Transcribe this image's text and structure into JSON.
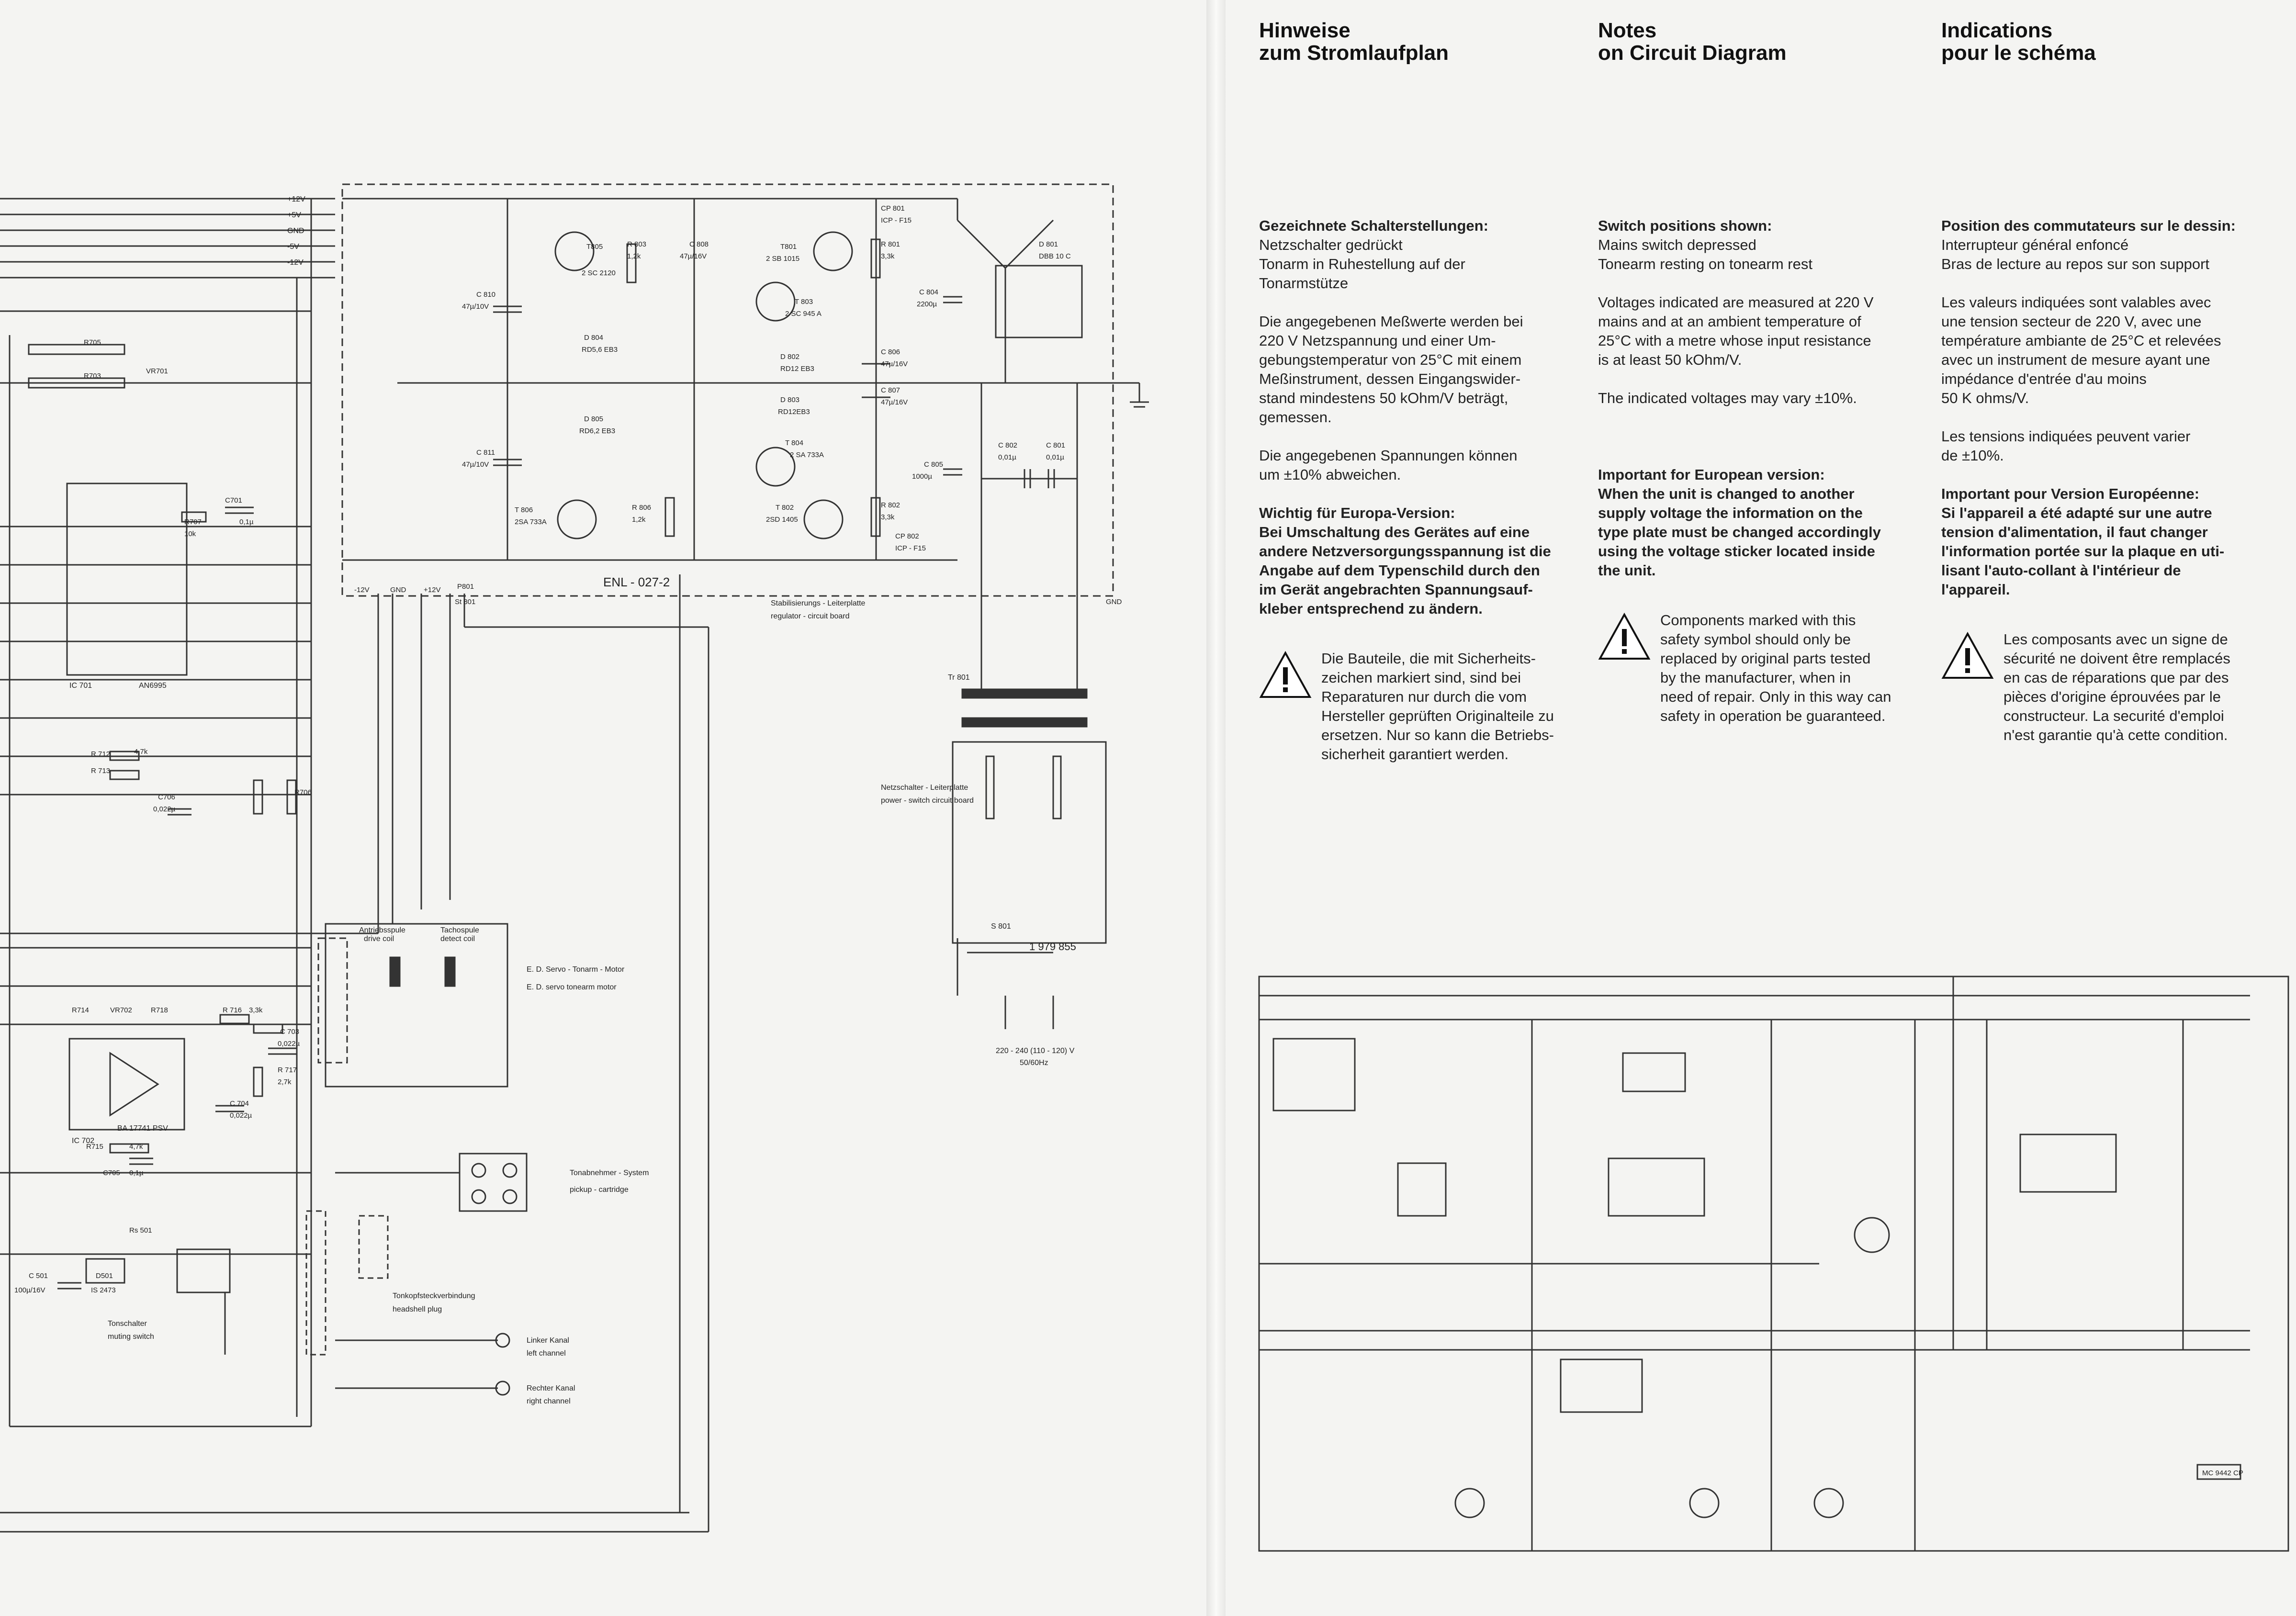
{
  "notes": {
    "de": {
      "title_1": "Hinweise",
      "title_2": "zum Stromlaufplan",
      "switch_head": "Gezeichnete Schalterstellungen:",
      "switch_1": "Netzschalter gedrückt",
      "switch_2": "Tonarm in Ruhestellung auf der",
      "switch_3": "Tonarmstütze",
      "volt_1": "Die angegebenen Meßwerte werden bei",
      "volt_2": "220 V Netzspannung und einer Um-",
      "volt_3": "gebungstemperatur von 25°C mit einem",
      "volt_4": "Meßinstrument, dessen Eingangswider-",
      "volt_5": "stand mindestens 50 kOhm/V beträgt,",
      "volt_6": "gemessen.",
      "tol_1": "Die angegebenen Spannungen können",
      "tol_2": "um ±10% abweichen.",
      "eu_head": "Wichtig für Europa-Version:",
      "eu_1": "Bei Umschaltung des Gerätes auf eine",
      "eu_2": "andere Netzversorgungsspannung ist die",
      "eu_3": "Angabe auf dem Typenschild durch den",
      "eu_4": "im Gerät angebrachten Spannungsauf-",
      "eu_5": "kleber entsprechend zu ändern.",
      "safe_1": "Die Bauteile, die mit Sicherheits-",
      "safe_2": "zeichen markiert sind, sind bei",
      "safe_3": "Reparaturen nur durch die vom",
      "safe_4": "Hersteller geprüften Originalteile zu",
      "safe_5": "ersetzen. Nur so kann die Betriebs-",
      "safe_6": "sicherheit garantiert werden."
    },
    "en": {
      "title_1": "Notes",
      "title_2": "on Circuit Diagram",
      "switch_head": "Switch positions shown:",
      "switch_1": "Mains switch depressed",
      "switch_2": "Tonearm resting on tonearm rest",
      "volt_1": "Voltages indicated are measured at 220 V",
      "volt_2": "mains and at an ambient temperature of",
      "volt_3": "25°C with a metre whose input resistance",
      "volt_4": "is at least 50 kOhm/V.",
      "tol_1": "The indicated voltages may vary ±10%.",
      "eu_head": "Important for European version:",
      "eu_1": "When the unit is changed to another",
      "eu_2": "supply voltage the information on the",
      "eu_3": "type plate must be changed accordingly",
      "eu_4": "using the voltage sticker located inside",
      "eu_5": "the unit.",
      "safe_1": "Components marked with this",
      "safe_2": "safety symbol should only be",
      "safe_3": "replaced by original parts tested",
      "safe_4": "by the manufacturer, when in",
      "safe_5": "need of repair. Only in this way can",
      "safe_6": "safety in operation be guaranteed."
    },
    "fr": {
      "title_1": "Indications",
      "title_2": "pour le schéma",
      "switch_head": "Position des commutateurs sur le dessin:",
      "switch_1": "Interrupteur général enfoncé",
      "switch_2": "Bras de lecture au repos sur son support",
      "volt_1": "Les valeurs indiquées sont valables avec",
      "volt_2": "une tension secteur de 220 V, avec une",
      "volt_3": "température ambiante de 25°C et relevées",
      "volt_4": "avec un instrument de mesure ayant une",
      "volt_5": "impédance d'entrée d'au moins",
      "volt_6": "50 K ohms/V.",
      "tol_1": "Les tensions indiquées peuvent varier",
      "tol_2": "de ±10%.",
      "eu_head": "Important pour Version Européenne:",
      "eu_1": "Si l'appareil a été adapté sur une autre",
      "eu_2": "tension d'alimentation, il faut changer",
      "eu_3": "l'information portée sur la plaque en uti-",
      "eu_4": "lisant l'auto-collant à l'intérieur de",
      "eu_5": "l'appareil.",
      "safe_1": "Les composants avec un signe de",
      "safe_2": "sécurité ne doivent être remplacés",
      "safe_3": "en cas de réparations que par des",
      "safe_4": "pièces d'origine éprouvées par le",
      "safe_5": "constructeur. La securité d'emploi",
      "safe_6": "n'est garantie qu'à cette condition."
    }
  },
  "schematic": {
    "rails": [
      "+12V",
      "+5V",
      "GND",
      "-5V",
      "-12V"
    ],
    "board": "ENL - 027-2",
    "reg_board_de": "Stabilisierungs - Leiterplatte",
    "reg_board_en": "regulator - circuit board",
    "power_board_de": "Netzschalter - Leiterplatte",
    "power_board_en": "power - switch circuit board",
    "mains_1": "220 - 240 (110 - 120) V",
    "mains_2": "50/60Hz",
    "transformer": "Tr 801",
    "switch_s801": "S 801",
    "part_no": "1 979 855",
    "drive_coil_de": "Antriebsspule",
    "drive_coil_en": "drive coil",
    "detect_coil_de": "Tachospule",
    "detect_coil_en": "detect coil",
    "servo_de": "E. D. Servo - Tonarm - Motor",
    "servo_en": "E. D. servo tonearm motor",
    "pickup_de": "Tonabnehmer - System",
    "pickup_en": "pickup - cartridge",
    "headshell_de": "Tonkopfsteckverbindung",
    "headshell_en": "headshell plug",
    "left_de": "Linker Kanal",
    "left_en": "left channel",
    "right_de": "Rechter Kanal",
    "right_en": "right channel",
    "muting_de": "Tonschalter",
    "muting_en": "muting switch",
    "ic701": "IC 701",
    "ic701_type": "AN6995",
    "ic702": "IC 702",
    "ic702_type": "BA 17741 PSV",
    "labels": [
      {
        "id": "t805",
        "text": "T805"
      },
      {
        "id": "t805b",
        "text": "2 SC 2120"
      },
      {
        "id": "t801",
        "text": "T801"
      },
      {
        "id": "t801b",
        "text": "2 SB 1015"
      },
      {
        "id": "t803",
        "text": "T 803"
      },
      {
        "id": "t803b",
        "text": "2 SC 945 A"
      },
      {
        "id": "t804",
        "text": "T 804"
      },
      {
        "id": "t804b",
        "text": "2 SA 733A"
      },
      {
        "id": "t802",
        "text": "T 802"
      },
      {
        "id": "t802b",
        "text": "2SD 1405"
      },
      {
        "id": "t806",
        "text": "T 806"
      },
      {
        "id": "t806b",
        "text": "2SA 733A"
      },
      {
        "id": "d801",
        "text": "D 801"
      },
      {
        "id": "d801b",
        "text": "DBB 10 C"
      },
      {
        "id": "cp801",
        "text": "CP 801"
      },
      {
        "id": "cp801b",
        "text": "ICP - F15"
      },
      {
        "id": "cp802",
        "text": "CP 802"
      },
      {
        "id": "cp802b",
        "text": "ICP - F15"
      },
      {
        "id": "c810",
        "text": "C 810"
      },
      {
        "id": "c810b",
        "text": "47µ/10V"
      },
      {
        "id": "c811",
        "text": "C 811"
      },
      {
        "id": "c811b",
        "text": "47µ/10V"
      },
      {
        "id": "c804",
        "text": "C 804"
      },
      {
        "id": "c804b",
        "text": "2200µ"
      },
      {
        "id": "c805",
        "text": "C 805"
      },
      {
        "id": "c805b",
        "text": "1000µ"
      },
      {
        "id": "c806",
        "text": "C 806"
      },
      {
        "id": "c806b",
        "text": "47µ/16V"
      },
      {
        "id": "c807",
        "text": "C 807"
      },
      {
        "id": "c807b",
        "text": "47µ/16V"
      },
      {
        "id": "c808",
        "text": "C 808"
      },
      {
        "id": "c808b",
        "text": "47µ/16V"
      },
      {
        "id": "c802",
        "text": "C 802"
      },
      {
        "id": "c802b",
        "text": "0,01µ"
      },
      {
        "id": "c801",
        "text": "C 801"
      },
      {
        "id": "c801b",
        "text": "0,01µ"
      },
      {
        "id": "r801",
        "text": "R 801"
      },
      {
        "id": "r801b",
        "text": "3,3k"
      },
      {
        "id": "r802",
        "text": "R 802"
      },
      {
        "id": "r802b",
        "text": "3,3k"
      },
      {
        "id": "r803",
        "text": "R 803"
      },
      {
        "id": "r803b",
        "text": "1,2k"
      },
      {
        "id": "r806",
        "text": "R 806"
      },
      {
        "id": "r806b",
        "text": "1,2k"
      },
      {
        "id": "d804",
        "text": "D 804"
      },
      {
        "id": "d804b",
        "text": "RD5,6 EB3"
      },
      {
        "id": "d805",
        "text": "D 805"
      },
      {
        "id": "d805b",
        "text": "RD6,2 EB3"
      },
      {
        "id": "d802",
        "text": "D 802"
      },
      {
        "id": "d802b",
        "text": "RD12 EB3"
      },
      {
        "id": "d803",
        "text": "D 803"
      },
      {
        "id": "d803b",
        "text": "RD12EB3"
      },
      {
        "id": "r705",
        "text": "R705"
      },
      {
        "id": "r703",
        "text": "R703"
      },
      {
        "id": "vr701",
        "text": "VR701"
      },
      {
        "id": "r707",
        "text": "R707"
      },
      {
        "id": "r707b",
        "text": "10k"
      },
      {
        "id": "c701",
        "text": "C701"
      },
      {
        "id": "c701b",
        "text": "0,1µ"
      },
      {
        "id": "r712",
        "text": "R 712"
      },
      {
        "id": "r712b",
        "text": "4,7k"
      },
      {
        "id": "r713",
        "text": "R 713"
      },
      {
        "id": "c706",
        "text": "C706"
      },
      {
        "id": "c706b",
        "text": "0,022µ"
      },
      {
        "id": "r706",
        "text": "R706"
      },
      {
        "id": "r714",
        "text": "R714"
      },
      {
        "id": "vr702",
        "text": "VR702"
      },
      {
        "id": "r718",
        "text": "R718"
      },
      {
        "id": "r716",
        "text": "R 716"
      },
      {
        "id": "r716b",
        "text": "3,3k"
      },
      {
        "id": "c703",
        "text": "C 703"
      },
      {
        "id": "c703b",
        "text": "0,022µ"
      },
      {
        "id": "r717",
        "text": "R 717"
      },
      {
        "id": "r717b",
        "text": "2,7k"
      },
      {
        "id": "c704",
        "text": "C 704"
      },
      {
        "id": "c704b",
        "text": "0,022µ"
      },
      {
        "id": "r715",
        "text": "R715"
      },
      {
        "id": "r715b",
        "text": "4,7k"
      },
      {
        "id": "c705",
        "text": "C705"
      },
      {
        "id": "c705b",
        "text": "0,1µ"
      },
      {
        "id": "c501",
        "text": "C 501"
      },
      {
        "id": "c501b",
        "text": "100µ/16V"
      },
      {
        "id": "d501",
        "text": "D501"
      },
      {
        "id": "d501b",
        "text": "IS 2473"
      },
      {
        "id": "rs501",
        "text": "Rs 501"
      },
      {
        "id": "p801",
        "text": "P801"
      },
      {
        "id": "st801",
        "text": "St 801"
      },
      {
        "id": "m12v",
        "text": "-12V"
      },
      {
        "id": "gnd",
        "text": "GND"
      },
      {
        "id": "p12v",
        "text": "+12V"
      },
      {
        "id": "gnd2",
        "text": "GND"
      },
      {
        "id": "mc",
        "text": "MC 9442 CP"
      }
    ]
  }
}
